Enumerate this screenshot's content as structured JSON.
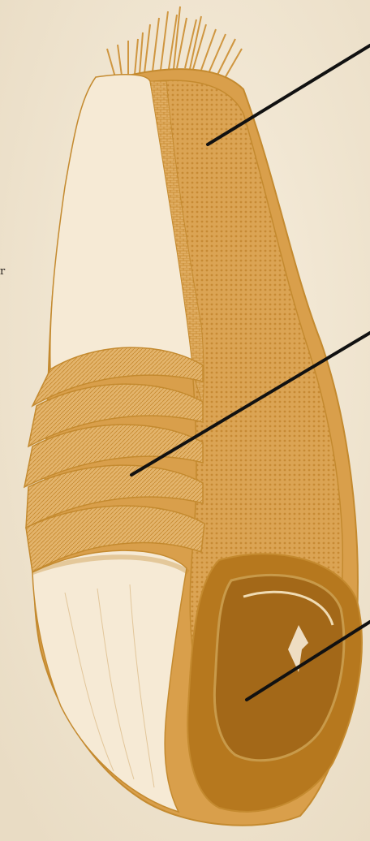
{
  "diagram": {
    "subject": "wheat-kernel-cross-section",
    "edge_text": "r",
    "colors": {
      "background": "#f1e6d1",
      "outline": "#c48a2f",
      "endosperm": "#dca455",
      "bran": "#d79e48",
      "germ": "#b6781e",
      "germ_dark": "#a36818",
      "husk": "#f6ead5",
      "pointer": "#111111"
    },
    "callouts": [
      {
        "id": "endosperm",
        "target": "endosperm"
      },
      {
        "id": "bran",
        "target": "bran"
      },
      {
        "id": "germ",
        "target": "germ"
      }
    ]
  }
}
